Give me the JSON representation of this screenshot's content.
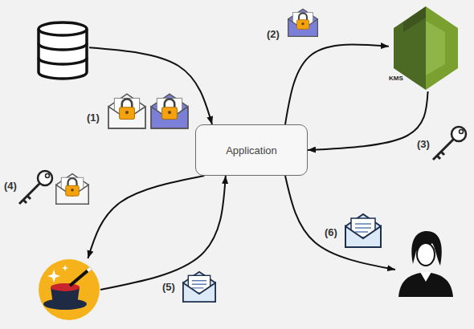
{
  "diagram": {
    "nodes": [
      {
        "text": []
      },
      {
        "text": [
          "KMS"
        ]
      },
      {
        "text": [
          "Application"
        ]
      },
      {
        "text": []
      },
      {
        "text": []
      }
    ],
    "edges": [
      {
        "from": 0,
        "to": 2,
        "arrow": "to"
      },
      {
        "from": 2,
        "to": 1,
        "arrow": "to"
      },
      {
        "from": 1,
        "to": 2,
        "arrow": "to"
      },
      {
        "from": 2,
        "to": 3,
        "arrow": "to"
      },
      {
        "from": 3,
        "to": 2,
        "arrow": "to"
      },
      {
        "from": 2,
        "to": 4,
        "arrow": "to"
      }
    ],
    "labels": [
      "(1)",
      "(2)",
      "(3)",
      "(4)",
      "(5)",
      "(6)"
    ]
  }
}
